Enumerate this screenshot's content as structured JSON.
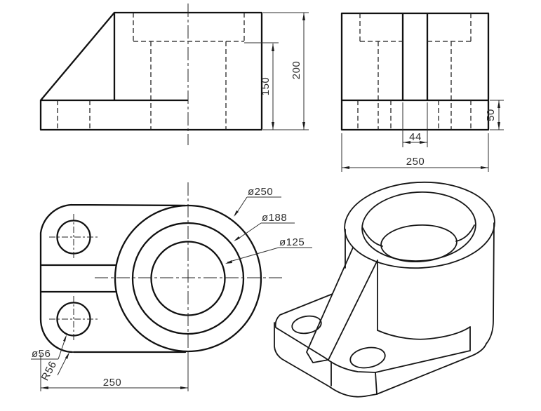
{
  "drawing": {
    "type": "engineering-multiview-drawing",
    "views": {
      "front_view": {
        "dim_height_upper": "150",
        "dim_height_total": "200"
      },
      "side_view": {
        "dim_rib_width": "44",
        "dim_base_height": "50",
        "dim_depth": "250"
      },
      "plan_view": {
        "label_outer_diameter": "ø250",
        "label_boss_diameter": "ø188",
        "label_bore_diameter": "ø125",
        "label_hole_diameter": "ø56",
        "label_corner_radius": "R56",
        "dim_width": "250"
      },
      "iso_view": {}
    },
    "colors": {
      "line": "#111111",
      "dim_text": "#2e2e2e",
      "background": "#ffffff"
    }
  }
}
